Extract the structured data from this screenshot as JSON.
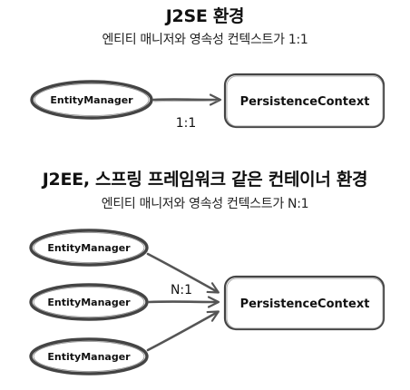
{
  "sections": {
    "j2se": {
      "title": "J2SE 환경",
      "subtitle": "엔티티 매니저와 영속성 컨텍스트가 1:1",
      "entity_managers": [
        "EntityManager"
      ],
      "persistence_context": "PersistenceContext",
      "relationship": "1:1"
    },
    "j2ee": {
      "title": "J2EE, 스프링 프레임워크 같은 컨테이너 환경",
      "subtitle": "엔티티 매니저와 영속성 컨텍스트가 N:1",
      "entity_managers": [
        "EntityManager",
        "EntityManager",
        "EntityManager"
      ],
      "persistence_context": "PersistenceContext",
      "relationship": "N:1"
    }
  },
  "colors": {
    "stroke": "#444444",
    "fill": "#ffffff",
    "text": "#111111"
  }
}
